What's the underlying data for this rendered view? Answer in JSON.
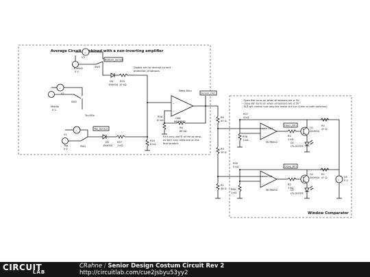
{
  "schematic": {
    "box_avg_title": "Average Circuit combined with a non-inverting amplifier",
    "box_win_title": "Window Comparator",
    "notes": {
      "diodes": [
        "Diodes are for reverse current",
        "protection of sensors"
      ],
      "r6": [
        "R4's only use?D of the op amp,",
        "as we'll only need one on the",
        "final product"
      ],
      "window": [
        "- Open Btn turns on when all sensors are ≥ 5V",
        "- Close Btn turns on when all sensors are ≤ 5V",
        "- RLZ will control how long the motor will run (1min or both switches)"
      ],
      "to_leds": "To LEDs"
    },
    "sources": [
      {
        "name": "V3",
        "value": "",
        "label": "Bottom",
        "label2": "0 V"
      },
      {
        "name": "V2",
        "value": "",
        "label": "Middle",
        "label2": "0 V"
      },
      {
        "name": "V1",
        "value": "",
        "label": "Top",
        "label2": "0 V"
      },
      {
        "name": "V4",
        "value": "5 V"
      }
    ],
    "switches": [
      "SW3",
      "SW2",
      "SW1"
    ],
    "diodes": [
      {
        "name": "D4",
        "value": "1N4004"
      },
      {
        "name": "D5",
        "value": "1N4004"
      }
    ],
    "resistors": [
      {
        "name": "R53",
        "value": "10 kΩ"
      },
      {
        "name": "R57",
        "value": "1 kΩ"
      },
      {
        "name": "R58",
        "value": "10 kΩ"
      },
      {
        "name": "R6",
        "value": "88 kΩ"
      },
      {
        "name": "R44",
        "value": "8 kΩ"
      },
      {
        "name": "R6",
        "value": "47 Ω"
      },
      {
        "name": "R5",
        "value": "10 Ω"
      },
      {
        "name": "R1",
        "value": "48 Ω"
      },
      {
        "name": "R57",
        "value": "4 kΩ"
      },
      {
        "name": "R58",
        "value": "1 kΩ"
      },
      {
        "name": "R3",
        "value": "1 kΩ"
      },
      {
        "name": "R4",
        "value": "47 Ω"
      },
      {
        "name": "R59",
        "value": "5 kΩ"
      },
      {
        "name": "R2",
        "value": "1 kΩ"
      },
      {
        "name": "R60",
        "value": "1 kΩ"
      },
      {
        "name": "R2",
        "value": "47 Ω"
      }
    ],
    "opamps": [
      {
        "name": "OA8",
        "value": "MCP6002"
      },
      {
        "name": "OA1",
        "value": "MCP6002"
      },
      {
        "name": "OA2",
        "value": "MCP6002"
      }
    ],
    "transistors": [
      {
        "name": "Q1",
        "value": "2N3904"
      },
      {
        "name": "Q2",
        "value": "2N3904"
      }
    ],
    "leds": [
      {
        "name": "D1",
        "value": "LTL-2H7EE"
      },
      {
        "name": "D2",
        "value": "LTL-2H7EE"
      }
    ],
    "net_labels": {
      "bottom_sensor": "Bottom_Sensor",
      "top_sensor": "Top_Sensor",
      "sensor_out": "Sensor_Out",
      "open_btn": "Open_Btn",
      "close_btn": "Close_Btn",
      "vout": "Vout 5Vs"
    }
  },
  "footer": {
    "logo_top": "CIRCUIT",
    "logo_bottom": "LAB",
    "author": "CRahne",
    "separator": "/",
    "title": "Senior Design Costum Circuit Rev 2",
    "url": "http://circuitlab.com/cue2jsbyu53yy2"
  }
}
